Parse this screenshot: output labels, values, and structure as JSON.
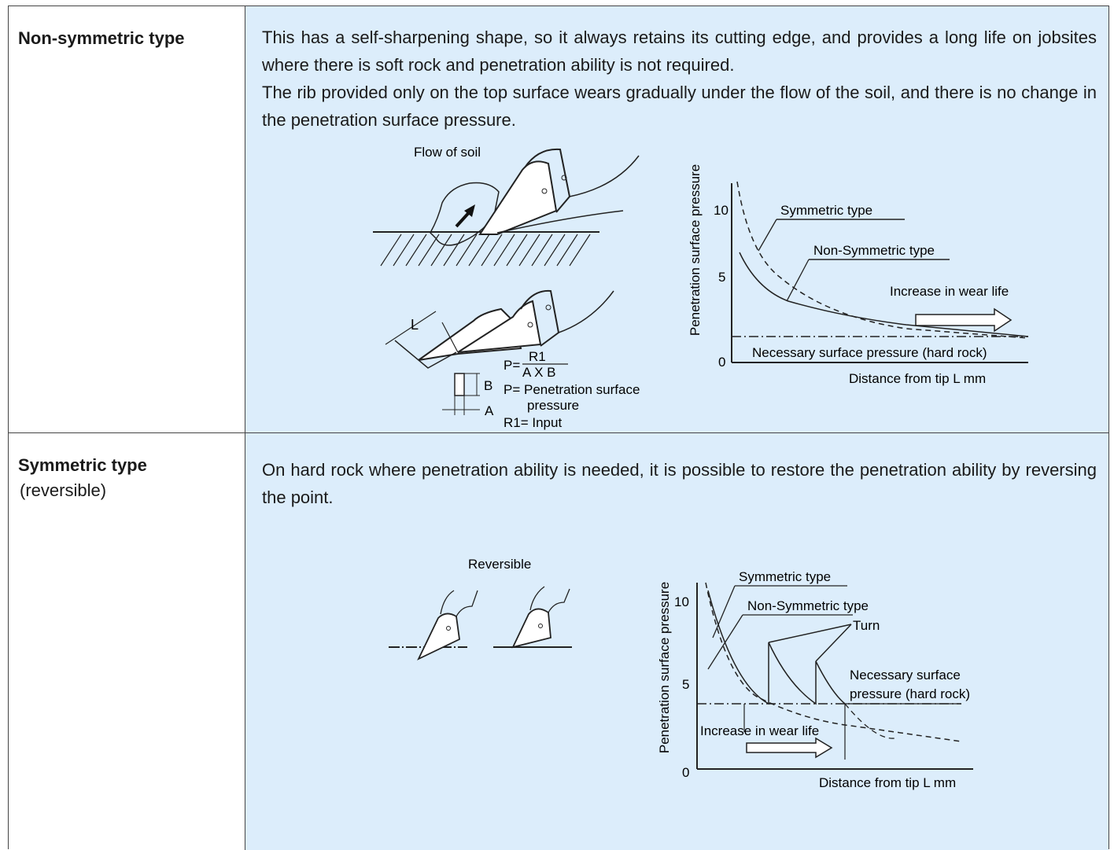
{
  "rows": [
    {
      "label": "Non-symmetric type",
      "description_lines": [
        "This has a self-sharpening shape, so it always retains its cutting edge, and provides a long life on jobsites where there is soft rock and penetration ability is not required.",
        "The rib provided only on the top surface wears gradually under the flow of the soil, and there is no change in the penetration surface pressure."
      ],
      "figure": {
        "flow_label": "Flow of soil",
        "dim_L": "L",
        "dim_A": "A",
        "dim_B": "B",
        "formula_lhs": "P=",
        "formula_num": "R1",
        "formula_den": "A X B",
        "legend_p": "P= Penetration surface",
        "legend_p2": "pressure",
        "legend_r1": "R1= Input"
      },
      "chart": {
        "ylabel": "Penetration surface pressure",
        "xlabel": "Distance from tip L mm",
        "ytick_10": "10",
        "ytick_5": "5",
        "ytick_0": "0",
        "sym_label": "Symmetric type",
        "nonsym_label": "Non-Symmetric type",
        "wear_label": "Increase in wear life",
        "necessary_label": "Necessary surface pressure (hard rock)"
      }
    },
    {
      "label": "Symmetric type",
      "sublabel": "(reversible)",
      "description_lines": [
        "On hard rock where penetration ability is needed, it is possible to restore the penetration ability by reversing the point."
      ],
      "figure": {
        "reversible_label": "Reversible"
      },
      "chart": {
        "ylabel": "Penetration surface pressure",
        "xlabel": "Distance from tip L mm",
        "ytick_10": "10",
        "ytick_5": "5",
        "ytick_0": "0",
        "sym_label": "Symmetric type",
        "nonsym_label": "Non-Symmetric type",
        "turn_label": "Turn",
        "necessary_label_1": "Necessary  surface",
        "necessary_label_2": "pressure (hard rock)",
        "wear_label": "Increase in wear life"
      }
    }
  ]
}
